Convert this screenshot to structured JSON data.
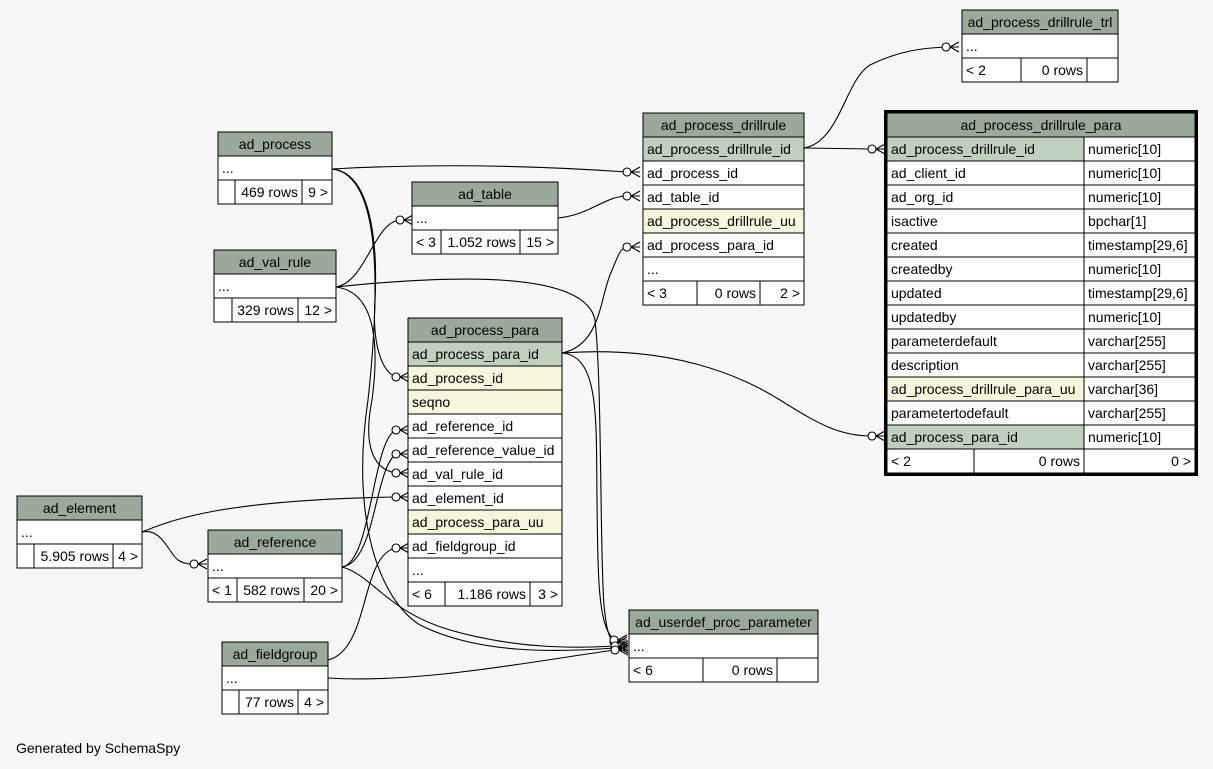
{
  "colors": {
    "background": "#f7f7f7",
    "header": "#9aa99a",
    "primary_key": "#bfd0bf",
    "highlight": "#f4f7dc",
    "cell": "#ffffff",
    "border": "#000000"
  },
  "footer": "Generated by SchemaSpy",
  "tables": {
    "ad_process_drillrule_trl": {
      "name": "ad_process_drillrule_trl",
      "rows": [
        {
          "name": "..."
        }
      ],
      "footer": {
        "left": "< 2",
        "middle": "0 rows",
        "right": ""
      }
    },
    "ad_process": {
      "name": "ad_process",
      "rows": [
        {
          "name": "..."
        }
      ],
      "footer": {
        "left": "",
        "middle": "469 rows",
        "right": "9 >"
      }
    },
    "ad_table": {
      "name": "ad_table",
      "rows": [
        {
          "name": "..."
        }
      ],
      "footer": {
        "left": "< 3",
        "middle": "1.052 rows",
        "right": "15 >"
      }
    },
    "ad_process_drillrule": {
      "name": "ad_process_drillrule",
      "rows": [
        {
          "name": "ad_process_drillrule_id",
          "style": "pk"
        },
        {
          "name": "ad_process_id"
        },
        {
          "name": "ad_table_id"
        },
        {
          "name": "ad_process_drillrule_uu",
          "style": "hl"
        },
        {
          "name": "ad_process_para_id"
        },
        {
          "name": "..."
        }
      ],
      "footer": {
        "left": "< 3",
        "middle": "0 rows",
        "right": "2 >"
      }
    },
    "ad_process_drillrule_para": {
      "name": "ad_process_drillrule_para",
      "rows": [
        {
          "name": "ad_process_drillrule_id",
          "type": "numeric[10]",
          "style": "pk"
        },
        {
          "name": "ad_client_id",
          "type": "numeric[10]"
        },
        {
          "name": "ad_org_id",
          "type": "numeric[10]"
        },
        {
          "name": "isactive",
          "type": "bpchar[1]"
        },
        {
          "name": "created",
          "type": "timestamp[29,6]"
        },
        {
          "name": "createdby",
          "type": "numeric[10]"
        },
        {
          "name": "updated",
          "type": "timestamp[29,6]"
        },
        {
          "name": "updatedby",
          "type": "numeric[10]"
        },
        {
          "name": "parameterdefault",
          "type": "varchar[255]"
        },
        {
          "name": "description",
          "type": "varchar[255]"
        },
        {
          "name": "ad_process_drillrule_para_uu",
          "type": "varchar[36]",
          "style": "hl"
        },
        {
          "name": "parametertodefault",
          "type": "varchar[255]"
        },
        {
          "name": "ad_process_para_id",
          "type": "numeric[10]",
          "style": "pk"
        }
      ],
      "footer": {
        "left": "< 2",
        "middle": "0 rows",
        "right": "0 >"
      }
    },
    "ad_val_rule": {
      "name": "ad_val_rule",
      "rows": [
        {
          "name": "..."
        }
      ],
      "footer": {
        "left": "",
        "middle": "329 rows",
        "right": "12 >"
      }
    },
    "ad_process_para": {
      "name": "ad_process_para",
      "rows": [
        {
          "name": "ad_process_para_id",
          "style": "pk"
        },
        {
          "name": "ad_process_id",
          "style": "hl"
        },
        {
          "name": "seqno",
          "style": "hl"
        },
        {
          "name": "ad_reference_id"
        },
        {
          "name": "ad_reference_value_id"
        },
        {
          "name": "ad_val_rule_id"
        },
        {
          "name": "ad_element_id"
        },
        {
          "name": "ad_process_para_uu",
          "style": "hl"
        },
        {
          "name": "ad_fieldgroup_id"
        },
        {
          "name": "..."
        }
      ],
      "footer": {
        "left": "< 6",
        "middle": "1.186 rows",
        "right": "3 >"
      }
    },
    "ad_element": {
      "name": "ad_element",
      "rows": [
        {
          "name": "..."
        }
      ],
      "footer": {
        "left": "",
        "middle": "5.905 rows",
        "right": "4 >"
      }
    },
    "ad_reference": {
      "name": "ad_reference",
      "rows": [
        {
          "name": "..."
        }
      ],
      "footer": {
        "left": "< 1",
        "middle": "582 rows",
        "right": "20 >"
      }
    },
    "ad_userdef_proc_parameter": {
      "name": "ad_userdef_proc_parameter",
      "rows": [
        {
          "name": "..."
        }
      ],
      "footer": {
        "left": "< 6",
        "middle": "0 rows",
        "right": ""
      }
    },
    "ad_fieldgroup": {
      "name": "ad_fieldgroup",
      "rows": [
        {
          "name": "..."
        }
      ],
      "footer": {
        "left": "",
        "middle": "77 rows",
        "right": "4 >"
      }
    }
  },
  "relationships": [
    {
      "from": "ad_process",
      "to": "ad_process_drillrule.ad_process_id"
    },
    {
      "from": "ad_process",
      "to": "ad_process_para.ad_process_id"
    },
    {
      "from": "ad_process",
      "to": "ad_userdef_proc_parameter"
    },
    {
      "from": "ad_val_rule",
      "to": "ad_table"
    },
    {
      "from": "ad_val_rule",
      "to": "ad_process_para.ad_val_rule_id"
    },
    {
      "from": "ad_val_rule",
      "to": "ad_userdef_proc_parameter"
    },
    {
      "from": "ad_table",
      "to": "ad_process_drillrule.ad_table_id"
    },
    {
      "from": "ad_process_drillrule.ad_process_drillrule_id",
      "to": "ad_process_drillrule_trl"
    },
    {
      "from": "ad_process_drillrule.ad_process_drillrule_id",
      "to": "ad_process_drillrule_para.ad_process_drillrule_id"
    },
    {
      "from": "ad_process_para.ad_process_para_id",
      "to": "ad_process_drillrule.ad_process_para_id"
    },
    {
      "from": "ad_process_para.ad_process_para_id",
      "to": "ad_process_drillrule_para.ad_process_para_id"
    },
    {
      "from": "ad_process_para.ad_process_para_id",
      "to": "ad_userdef_proc_parameter"
    },
    {
      "from": "ad_reference",
      "to": "ad_process_para.ad_reference_id"
    },
    {
      "from": "ad_reference",
      "to": "ad_process_para.ad_reference_value_id"
    },
    {
      "from": "ad_reference",
      "to": "ad_userdef_proc_parameter"
    },
    {
      "from": "ad_element",
      "to": "ad_reference"
    },
    {
      "from": "ad_element",
      "to": "ad_process_para.ad_element_id"
    },
    {
      "from": "ad_fieldgroup",
      "to": "ad_process_para.ad_fieldgroup_id"
    },
    {
      "from": "ad_fieldgroup",
      "to": "ad_userdef_proc_parameter"
    }
  ]
}
